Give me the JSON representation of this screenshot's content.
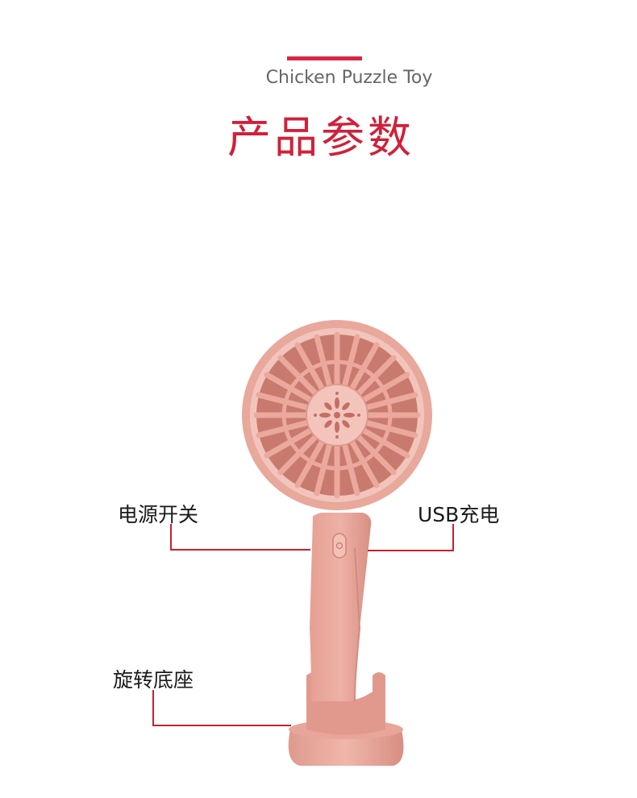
{
  "header": {
    "subtitle": "Chicken Puzzle Toy",
    "title": "产品参数"
  },
  "callouts": {
    "power_switch": "电源开关",
    "usb_charge": "USB充电",
    "rotating_base": "旋转底座"
  },
  "colors": {
    "accent": "#d8263f",
    "title": "#d0213a",
    "product_pink": "#e8a59a",
    "leader_line": "#c8202f"
  }
}
